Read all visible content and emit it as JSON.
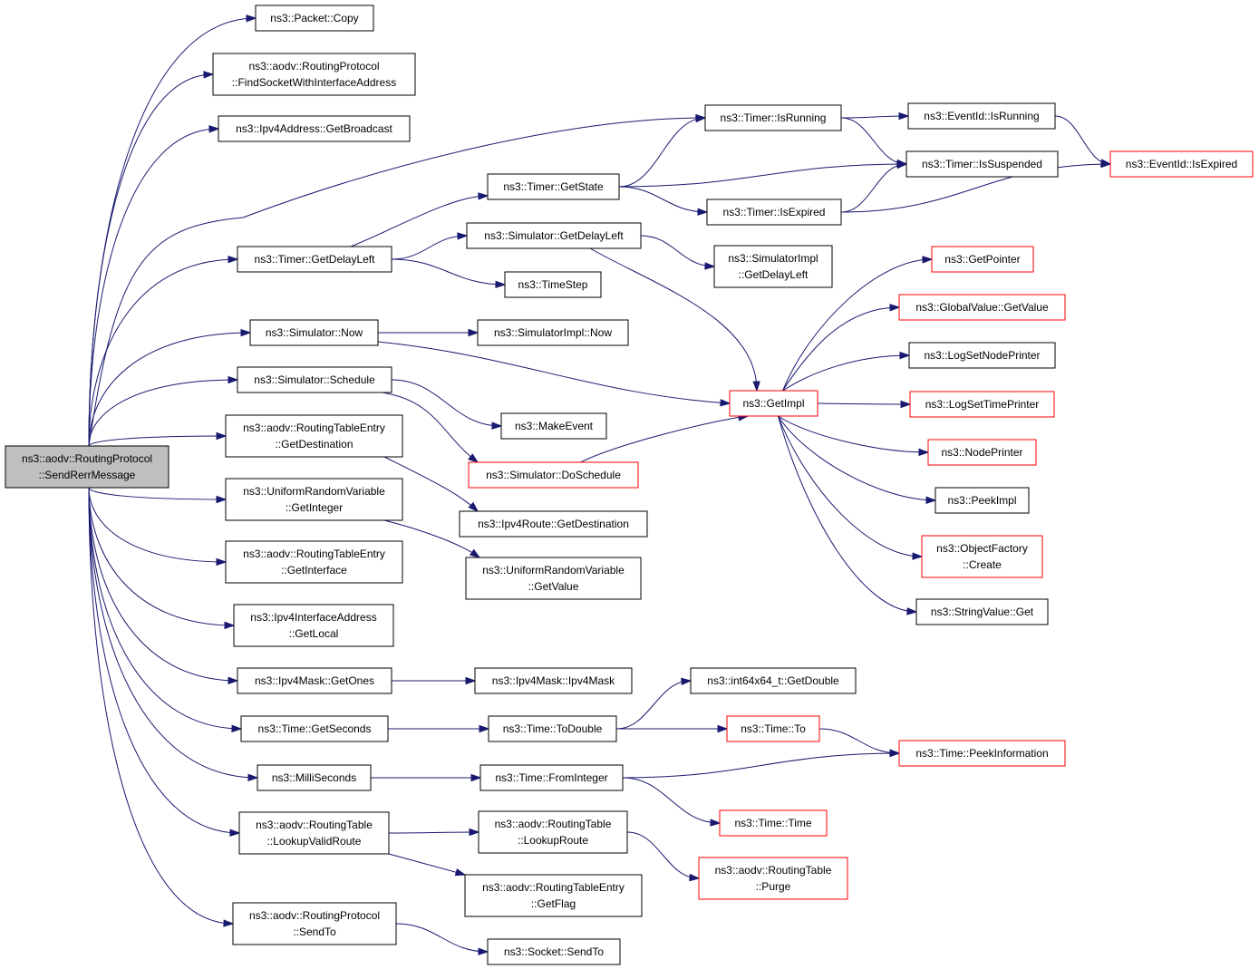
{
  "graph": {
    "nodes": [
      {
        "id": "root",
        "lines": [
          "ns3::aodv::RoutingProtocol",
          "::SendRerrMessage"
        ],
        "style": "root"
      },
      {
        "id": "n1",
        "lines": [
          "ns3::Packet::Copy"
        ],
        "style": "black"
      },
      {
        "id": "n2",
        "lines": [
          "ns3::aodv::RoutingProtocol",
          "::FindSocketWithInterfaceAddress"
        ],
        "style": "black"
      },
      {
        "id": "n3",
        "lines": [
          "ns3::Ipv4Address::GetBroadcast"
        ],
        "style": "black"
      },
      {
        "id": "n4",
        "lines": [
          "ns3::Timer::GetDelayLeft"
        ],
        "style": "black"
      },
      {
        "id": "n5",
        "lines": [
          "ns3::Simulator::Now"
        ],
        "style": "black"
      },
      {
        "id": "n6",
        "lines": [
          "ns3::Simulator::Schedule"
        ],
        "style": "black"
      },
      {
        "id": "n7",
        "lines": [
          "ns3::aodv::RoutingTableEntry",
          "::GetDestination"
        ],
        "style": "black"
      },
      {
        "id": "n8",
        "lines": [
          "ns3::UniformRandomVariable",
          "::GetInteger"
        ],
        "style": "black"
      },
      {
        "id": "n9",
        "lines": [
          "ns3::aodv::RoutingTableEntry",
          "::GetInterface"
        ],
        "style": "black"
      },
      {
        "id": "n10",
        "lines": [
          "ns3::Ipv4InterfaceAddress",
          "::GetLocal"
        ],
        "style": "black"
      },
      {
        "id": "n11",
        "lines": [
          "ns3::Ipv4Mask::GetOnes"
        ],
        "style": "black"
      },
      {
        "id": "n12",
        "lines": [
          "ns3::Time::GetSeconds"
        ],
        "style": "black"
      },
      {
        "id": "n13",
        "lines": [
          "ns3::MilliSeconds"
        ],
        "style": "black"
      },
      {
        "id": "n14",
        "lines": [
          "ns3::aodv::RoutingTable",
          "::LookupValidRoute"
        ],
        "style": "black"
      },
      {
        "id": "n15",
        "lines": [
          "ns3::aodv::RoutingProtocol",
          "::SendTo"
        ],
        "style": "black"
      },
      {
        "id": "n16",
        "lines": [
          "ns3::Timer::IsRunning"
        ],
        "style": "black"
      },
      {
        "id": "n17",
        "lines": [
          "ns3::Timer::GetState"
        ],
        "style": "black"
      },
      {
        "id": "n18",
        "lines": [
          "ns3::Simulator::GetDelayLeft"
        ],
        "style": "black"
      },
      {
        "id": "n19",
        "lines": [
          "ns3::TimeStep"
        ],
        "style": "black"
      },
      {
        "id": "n20",
        "lines": [
          "ns3::SimulatorImpl::Now"
        ],
        "style": "black"
      },
      {
        "id": "n21",
        "lines": [
          "ns3::MakeEvent"
        ],
        "style": "black"
      },
      {
        "id": "n22",
        "lines": [
          "ns3::Simulator::DoSchedule"
        ],
        "style": "red"
      },
      {
        "id": "n23",
        "lines": [
          "ns3::Ipv4Route::GetDestination"
        ],
        "style": "black"
      },
      {
        "id": "n24",
        "lines": [
          "ns3::UniformRandomVariable",
          "::GetValue"
        ],
        "style": "black"
      },
      {
        "id": "n25",
        "lines": [
          "ns3::Ipv4Mask::Ipv4Mask"
        ],
        "style": "black"
      },
      {
        "id": "n26",
        "lines": [
          "ns3::Time::ToDouble"
        ],
        "style": "black"
      },
      {
        "id": "n27",
        "lines": [
          "ns3::Time::FromInteger"
        ],
        "style": "black"
      },
      {
        "id": "n28",
        "lines": [
          "ns3::aodv::RoutingTable",
          "::LookupRoute"
        ],
        "style": "black"
      },
      {
        "id": "n29",
        "lines": [
          "ns3::aodv::RoutingTableEntry",
          "::GetFlag"
        ],
        "style": "black"
      },
      {
        "id": "n30",
        "lines": [
          "ns3::Socket::SendTo"
        ],
        "style": "black"
      },
      {
        "id": "n31",
        "lines": [
          "ns3::Timer::IsExpired"
        ],
        "style": "black"
      },
      {
        "id": "n32",
        "lines": [
          "ns3::SimulatorImpl",
          "::GetDelayLeft"
        ],
        "style": "black"
      },
      {
        "id": "n33",
        "lines": [
          "ns3::GetImpl"
        ],
        "style": "red"
      },
      {
        "id": "n34",
        "lines": [
          "ns3::int64x64_t::GetDouble"
        ],
        "style": "black"
      },
      {
        "id": "n35",
        "lines": [
          "ns3::Time::To"
        ],
        "style": "red"
      },
      {
        "id": "n36",
        "lines": [
          "ns3::Time::Time"
        ],
        "style": "red"
      },
      {
        "id": "n37",
        "lines": [
          "ns3::aodv::RoutingTable",
          "::Purge"
        ],
        "style": "red"
      },
      {
        "id": "n38",
        "lines": [
          "ns3::EventId::IsRunning"
        ],
        "style": "black"
      },
      {
        "id": "n39",
        "lines": [
          "ns3::Timer::IsSuspended"
        ],
        "style": "black"
      },
      {
        "id": "n40",
        "lines": [
          "ns3::GetPointer"
        ],
        "style": "red"
      },
      {
        "id": "n41",
        "lines": [
          "ns3::GlobalValue::GetValue"
        ],
        "style": "red"
      },
      {
        "id": "n42",
        "lines": [
          "ns3::LogSetNodePrinter"
        ],
        "style": "black"
      },
      {
        "id": "n43",
        "lines": [
          "ns3::LogSetTimePrinter"
        ],
        "style": "red"
      },
      {
        "id": "n44",
        "lines": [
          "ns3::NodePrinter"
        ],
        "style": "red"
      },
      {
        "id": "n45",
        "lines": [
          "ns3::PeekImpl"
        ],
        "style": "black"
      },
      {
        "id": "n46",
        "lines": [
          "ns3::ObjectFactory",
          "::Create"
        ],
        "style": "red"
      },
      {
        "id": "n47",
        "lines": [
          "ns3::StringValue::Get"
        ],
        "style": "black"
      },
      {
        "id": "n48",
        "lines": [
          "ns3::Time::PeekInformation"
        ],
        "style": "red"
      },
      {
        "id": "n49",
        "lines": [
          "ns3::EventId::IsExpired"
        ],
        "style": "red"
      }
    ],
    "edges": [
      [
        "root",
        "n1"
      ],
      [
        "root",
        "n2"
      ],
      [
        "root",
        "n3"
      ],
      [
        "root",
        "n4"
      ],
      [
        "root",
        "n5"
      ],
      [
        "root",
        "n6"
      ],
      [
        "root",
        "n7"
      ],
      [
        "root",
        "n8"
      ],
      [
        "root",
        "n9"
      ],
      [
        "root",
        "n10"
      ],
      [
        "root",
        "n11"
      ],
      [
        "root",
        "n12"
      ],
      [
        "root",
        "n13"
      ],
      [
        "root",
        "n14"
      ],
      [
        "root",
        "n15"
      ],
      [
        "root",
        "n16"
      ],
      [
        "n4",
        "n17"
      ],
      [
        "n4",
        "n18"
      ],
      [
        "n4",
        "n19"
      ],
      [
        "n5",
        "n20"
      ],
      [
        "n5",
        "n33"
      ],
      [
        "n6",
        "n21"
      ],
      [
        "n6",
        "n22"
      ],
      [
        "n7",
        "n23"
      ],
      [
        "n8",
        "n24"
      ],
      [
        "n11",
        "n25"
      ],
      [
        "n12",
        "n26"
      ],
      [
        "n13",
        "n27"
      ],
      [
        "n14",
        "n28"
      ],
      [
        "n14",
        "n29"
      ],
      [
        "n15",
        "n30"
      ],
      [
        "n16",
        "n38"
      ],
      [
        "n16",
        "n39"
      ],
      [
        "n17",
        "n16"
      ],
      [
        "n17",
        "n39"
      ],
      [
        "n17",
        "n31"
      ],
      [
        "n18",
        "n32"
      ],
      [
        "n18",
        "n33"
      ],
      [
        "n22",
        "n33"
      ],
      [
        "n26",
        "n34"
      ],
      [
        "n26",
        "n35"
      ],
      [
        "n27",
        "n48"
      ],
      [
        "n27",
        "n36"
      ],
      [
        "n28",
        "n37"
      ],
      [
        "n31",
        "n39"
      ],
      [
        "n31",
        "n49"
      ],
      [
        "n35",
        "n48"
      ],
      [
        "n38",
        "n49"
      ],
      [
        "n33",
        "n40"
      ],
      [
        "n33",
        "n41"
      ],
      [
        "n33",
        "n42"
      ],
      [
        "n33",
        "n43"
      ],
      [
        "n33",
        "n44"
      ],
      [
        "n33",
        "n45"
      ],
      [
        "n33",
        "n46"
      ],
      [
        "n33",
        "n47"
      ]
    ]
  }
}
